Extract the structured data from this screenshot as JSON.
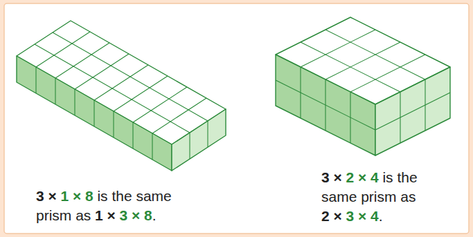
{
  "diagram": {
    "labels": [
      "3 ×",
      "1 × 8",
      "is the same",
      "prism as",
      "1 ×",
      "3 × 8",
      ".",
      "3 ×",
      "2 × 4",
      "is the",
      "same prism as",
      "2 ×",
      "3 × 4",
      "."
    ]
  }
}
